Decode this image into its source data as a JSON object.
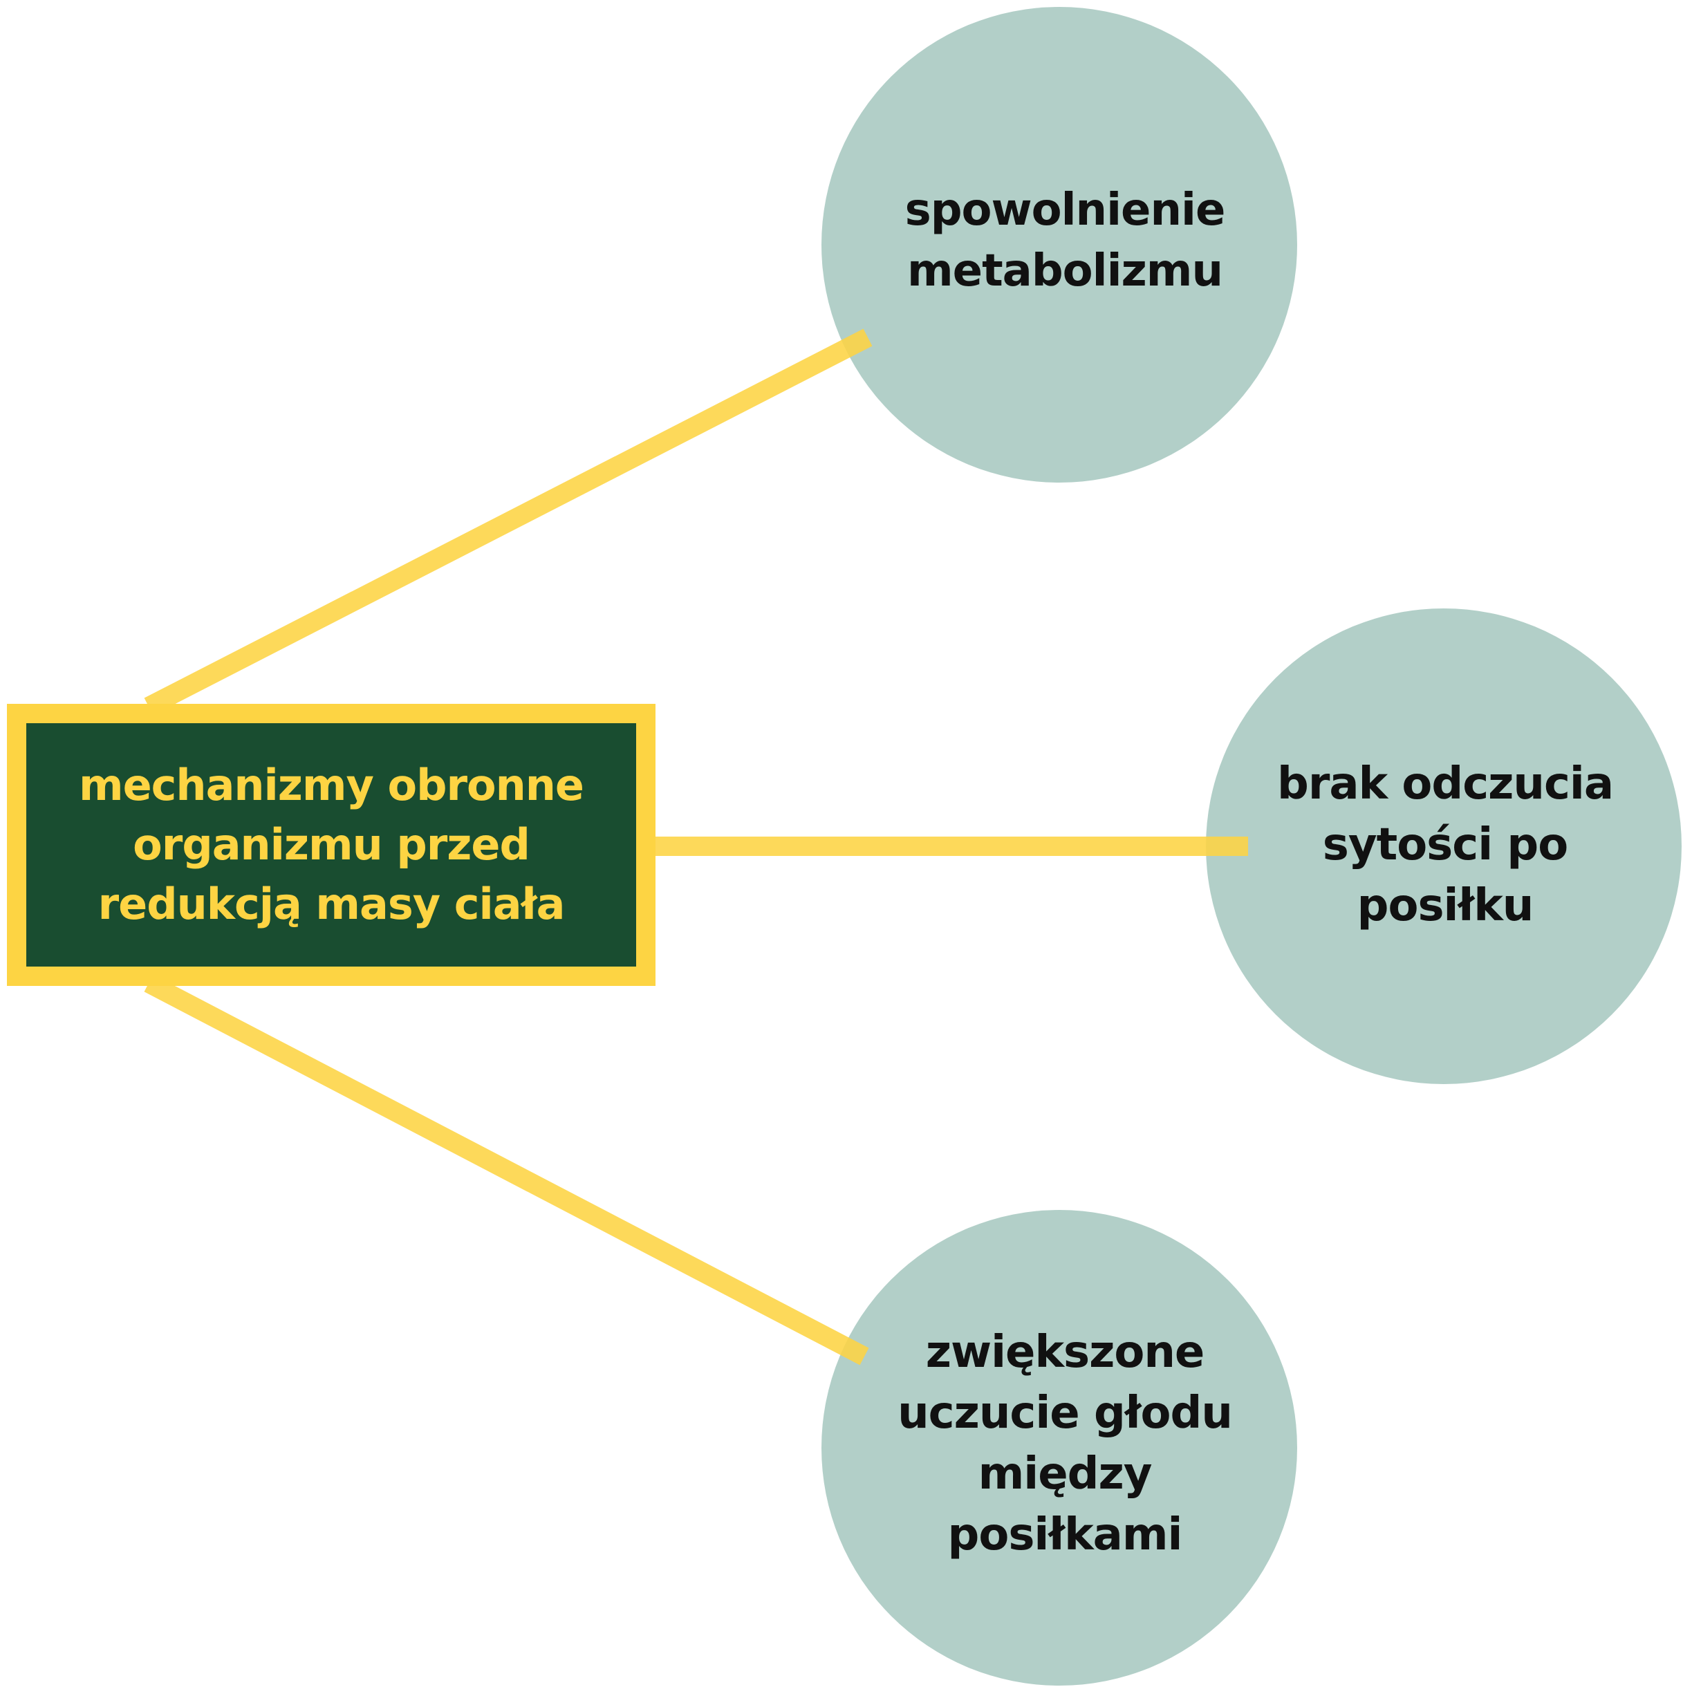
{
  "colors": {
    "connector": "#fdd443",
    "center_fill": "#194d30",
    "center_border": "#fdd443",
    "center_text": "#fdd443",
    "circle_fill": "#b2cfc8",
    "circle_text": "#111111"
  },
  "center": {
    "label": "mechanizmy obronne\norganizmu przed\nredukcją masy ciała"
  },
  "nodes": [
    {
      "label": "spowolnienie\nmetabolizmu"
    },
    {
      "label": "brak odczucia\nsytości po\nposiłku"
    },
    {
      "label": "zwiększone\nuczucie głodu\nmiędzy\nposiłkami"
    }
  ]
}
